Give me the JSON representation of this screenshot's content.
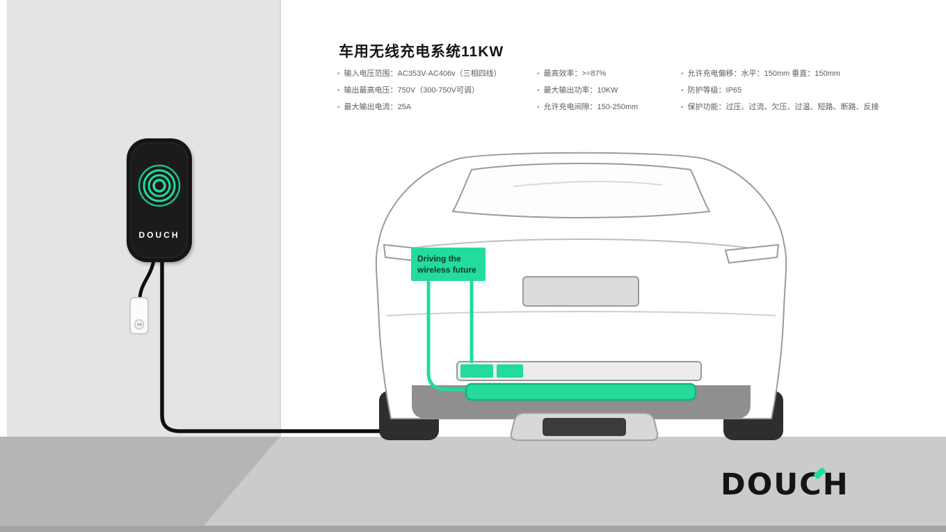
{
  "header": {
    "title": "车用无线充电系统11KW"
  },
  "specs": {
    "bullet": "•",
    "columns": [
      {
        "items": [
          "输入电压范围：AC353V-AC406v（三相四线）",
          "输出最高电压：750V（300-750V可调）",
          "最大输出电流：25A"
        ]
      },
      {
        "items": [
          "最高效率：>=87%",
          "最大输出功率：10KW",
          "允许充电间隙：150-250mm"
        ]
      },
      {
        "items": [
          "允许充电偏移：水平：150mm 垂直：150mm",
          "防护等级：IP65",
          "保护功能：过压、过流、欠压、过温、短路、断路、反接"
        ]
      }
    ]
  },
  "charger": {
    "brand": "DOUCH"
  },
  "car": {
    "label": "Driving the wireless future"
  },
  "logo": {
    "left": "DOU",
    "c": "C",
    "right": "H"
  },
  "colors": {
    "green": "#23DC9B",
    "dark": "#151515"
  }
}
